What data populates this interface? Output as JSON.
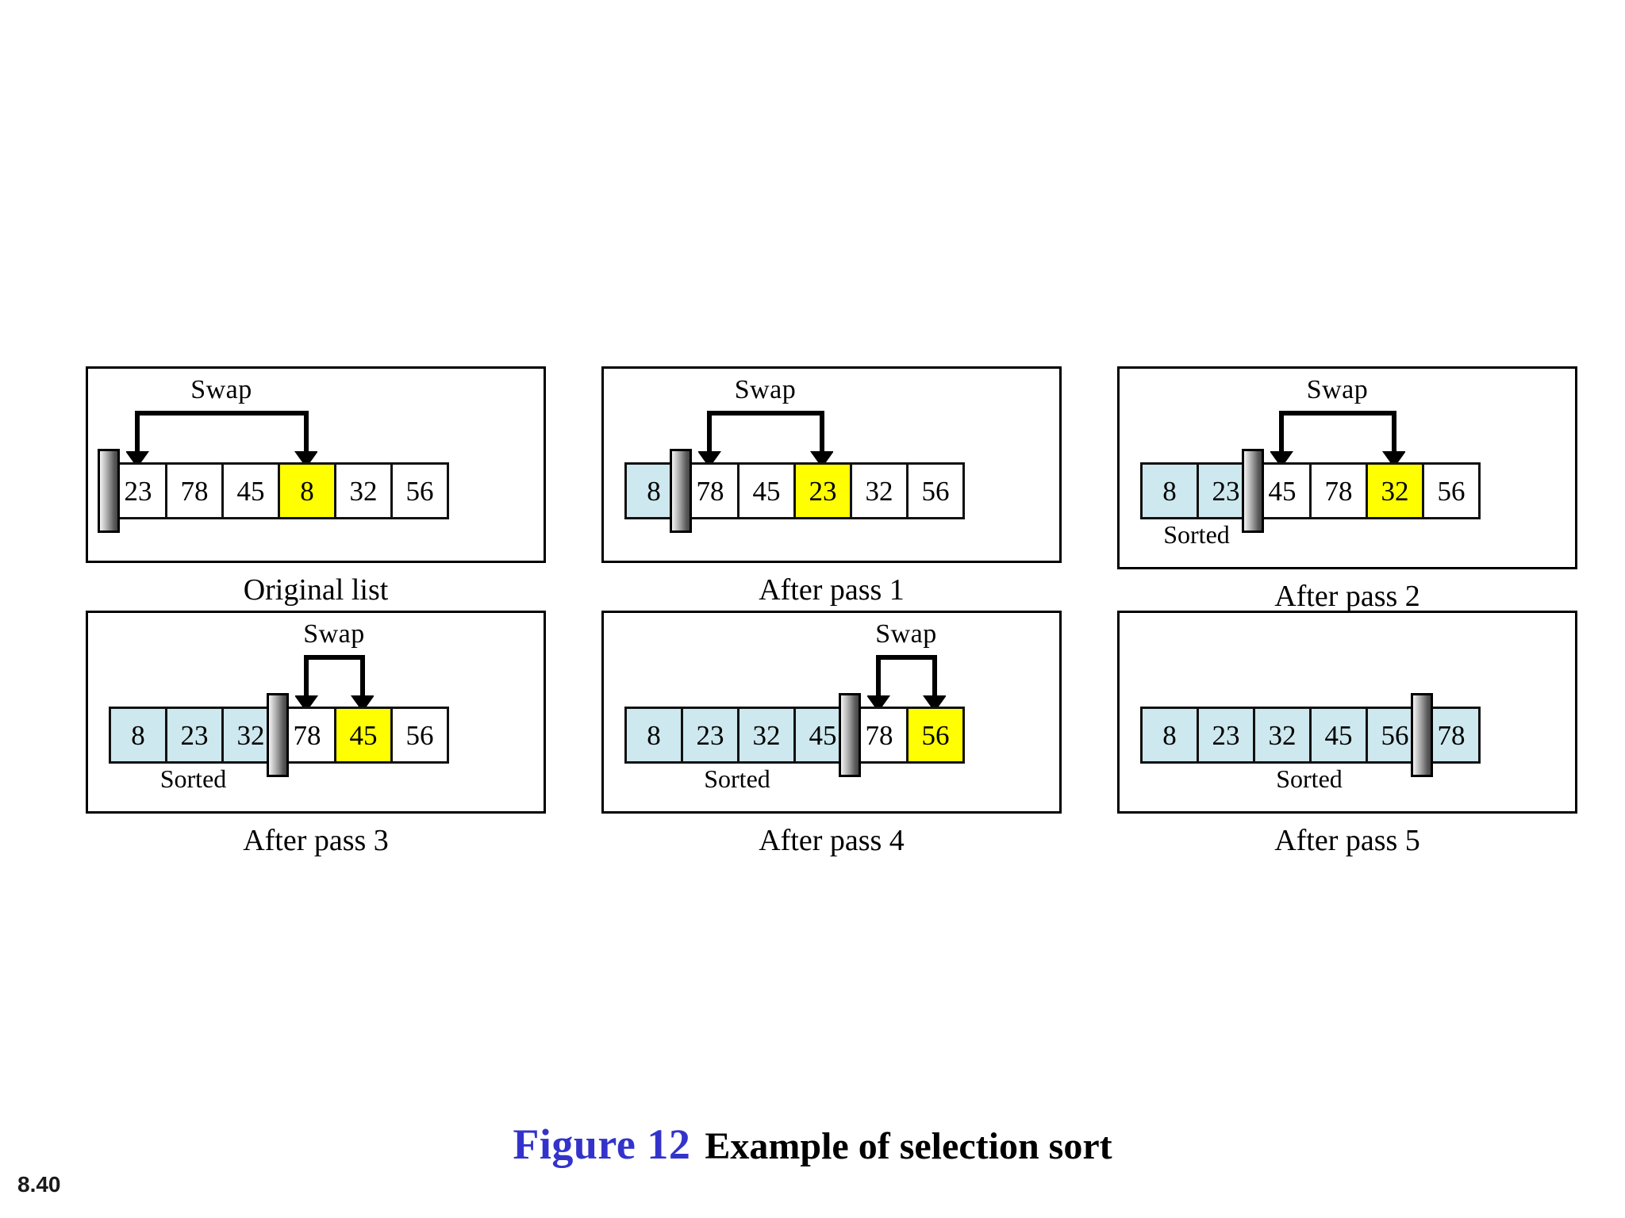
{
  "slide": {
    "number": "8.40",
    "figure_number": "Figure 12",
    "figure_title": "Example of selection sort"
  },
  "labels": {
    "swap": "Swap",
    "sorted": "Sorted"
  },
  "colors": {
    "sorted_fill": "#cde8ee",
    "highlight_fill": "#ffff00",
    "unsorted_fill": "#ffffff",
    "border": "#111111",
    "figure_number": "#3333cc",
    "figure_title": "#000000"
  },
  "chart_data": {
    "type": "diagram",
    "title": "Example of selection sort",
    "algorithm": "selection sort",
    "list_length": 6,
    "initial_list": [
      23,
      78,
      45,
      8,
      32,
      56
    ],
    "final_list": [
      8,
      23,
      32,
      45,
      56,
      78
    ],
    "panels": [
      {
        "caption": "Original list",
        "values": [
          23,
          78,
          45,
          8,
          32,
          56
        ],
        "states": [
          "unsorted",
          "unsorted",
          "unsorted",
          "highlight",
          "unsorted",
          "unsorted"
        ],
        "wall_after_index": -1,
        "sorted_count": 0,
        "swap": {
          "shown": true,
          "from_index": 0,
          "to_index": 3,
          "label": "Swap"
        },
        "sorted_label": null
      },
      {
        "caption": "After pass 1",
        "values": [
          8,
          78,
          45,
          23,
          32,
          56
        ],
        "states": [
          "sorted",
          "unsorted",
          "unsorted",
          "highlight",
          "unsorted",
          "unsorted"
        ],
        "wall_after_index": 0,
        "sorted_count": 1,
        "swap": {
          "shown": true,
          "from_index": 1,
          "to_index": 3,
          "label": "Swap"
        },
        "sorted_label": null
      },
      {
        "caption": "After pass 2",
        "values": [
          8,
          23,
          45,
          78,
          32,
          56
        ],
        "states": [
          "sorted",
          "sorted",
          "unsorted",
          "unsorted",
          "highlight",
          "unsorted"
        ],
        "wall_after_index": 1,
        "sorted_count": 2,
        "swap": {
          "shown": true,
          "from_index": 2,
          "to_index": 4,
          "label": "Swap"
        },
        "sorted_label": "Sorted"
      },
      {
        "caption": "After pass 3",
        "values": [
          8,
          23,
          32,
          78,
          45,
          56
        ],
        "states": [
          "sorted",
          "sorted",
          "sorted",
          "unsorted",
          "highlight",
          "unsorted"
        ],
        "wall_after_index": 2,
        "sorted_count": 3,
        "swap": {
          "shown": true,
          "from_index": 3,
          "to_index": 4,
          "label": "Swap"
        },
        "sorted_label": "Sorted"
      },
      {
        "caption": "After pass 4",
        "values": [
          8,
          23,
          32,
          45,
          78,
          56
        ],
        "states": [
          "sorted",
          "sorted",
          "sorted",
          "sorted",
          "unsorted",
          "highlight"
        ],
        "wall_after_index": 3,
        "sorted_count": 4,
        "swap": {
          "shown": true,
          "from_index": 4,
          "to_index": 5,
          "label": "Swap"
        },
        "sorted_label": "Sorted"
      },
      {
        "caption": "After pass 5",
        "values": [
          8,
          23,
          32,
          45,
          56,
          78
        ],
        "states": [
          "sorted",
          "sorted",
          "sorted",
          "sorted",
          "sorted",
          "sorted"
        ],
        "wall_after_index": 4,
        "sorted_count": 6,
        "swap": {
          "shown": false,
          "from_index": null,
          "to_index": null,
          "label": "Swap"
        },
        "sorted_label": "Sorted"
      }
    ]
  }
}
